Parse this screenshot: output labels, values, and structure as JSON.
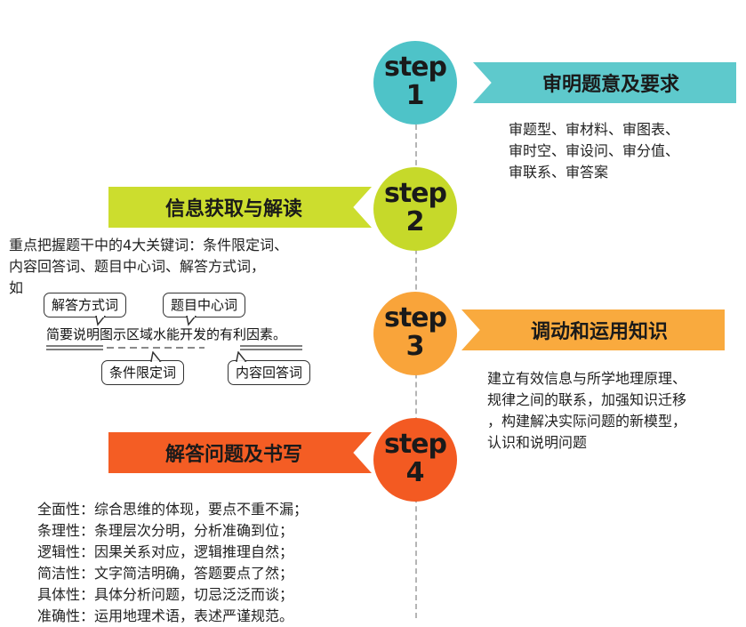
{
  "steps": [
    {
      "word": "step",
      "number": "1",
      "color": "#4ec3c8",
      "title": "审明题意及要求",
      "banner_color": "#5ec9cc",
      "lines": [
        "审题型、审材料、审图表、",
        "审时空、审设问、审分值、",
        "审联系、审答案"
      ]
    },
    {
      "word": "step",
      "number": "2",
      "color": "#c6d92a",
      "title": "信息获取与解读",
      "banner_color": "#ccdd2e",
      "lines": [
        "重点把握题干中的4大关键词：条件限定词、",
        "内容回答词、题目中心词、解答方式词，",
        "如"
      ]
    },
    {
      "word": "step",
      "number": "3",
      "color": "#f9a43a",
      "title": "调动和运用知识",
      "banner_color": "#f9aa3e",
      "lines": [
        "建立有效信息与所学地理原理、",
        "规律之间的联系，加强知识迁移",
        "，构建解决实际问题的新模型，",
        "认识和说明问题"
      ]
    },
    {
      "word": "step",
      "number": "4",
      "color": "#f35a22",
      "title": "解答问题及书写",
      "banner_color": "#f45d24",
      "lines": [
        "全面性：综合思维的体现，要点不重不漏；",
        "条理性：条理层次分明，分析准确到位；",
        "逻辑性：因果关系对应，逻辑推理自然；",
        "简洁性：文字简洁明确，答题要点了然；",
        "具体性：具体分析问题，切忌泛泛而谈；",
        "准确性：运用地理术语，表述严谨规范。"
      ]
    }
  ],
  "example": {
    "sentence": "简要说明图示区域水能开发的有利因素。",
    "tag_answer_method": "解答方式词",
    "tag_center_word": "题目中心词",
    "tag_condition": "条件限定词",
    "tag_content": "内容回答词"
  }
}
